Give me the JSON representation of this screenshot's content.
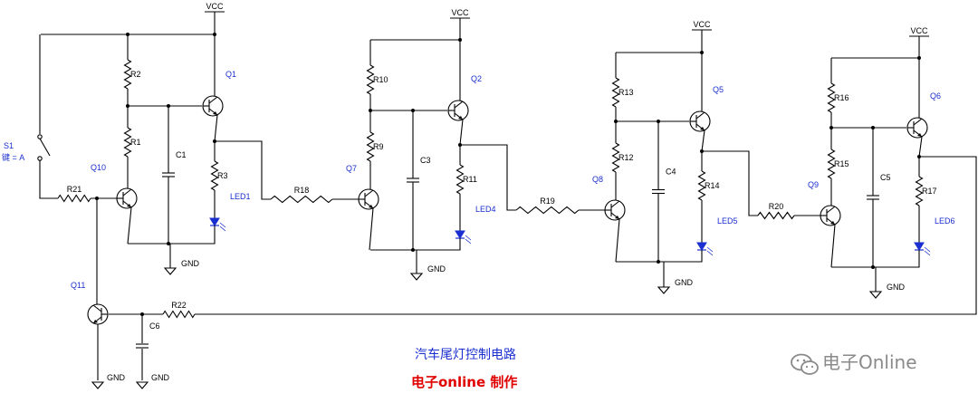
{
  "title": "汽车尾灯控制电路",
  "maker": "电子online 制作",
  "watermark": "电子Online",
  "supply_label": "VCC",
  "ground_label": "GND",
  "switch": {
    "name": "S1",
    "key": "键 = A"
  },
  "stages": [
    {
      "q_top": "Q1",
      "q_bot": "Q10",
      "r_top": "R2",
      "r_mid": "R1",
      "r_led": "R3",
      "cap": "C1",
      "led": "LED1",
      "r_in": "R21"
    },
    {
      "q_top": "Q2",
      "q_bot": "Q7",
      "r_top": "R10",
      "r_mid": "R9",
      "r_led": "R11",
      "cap": "C3",
      "led": "LED4",
      "r_in": "R18"
    },
    {
      "q_top": "Q5",
      "q_bot": "Q8",
      "r_top": "R13",
      "r_mid": "R12",
      "r_led": "R14",
      "cap": "C4",
      "led": "LED5",
      "r_in": "R19"
    },
    {
      "q_top": "Q6",
      "q_bot": "Q9",
      "r_top": "R16",
      "r_mid": "R15",
      "r_led": "R17",
      "cap": "C5",
      "led": "LED6",
      "r_in": "R20"
    }
  ],
  "feedback": {
    "q": "Q11",
    "r": "R22",
    "cap": "C6"
  }
}
